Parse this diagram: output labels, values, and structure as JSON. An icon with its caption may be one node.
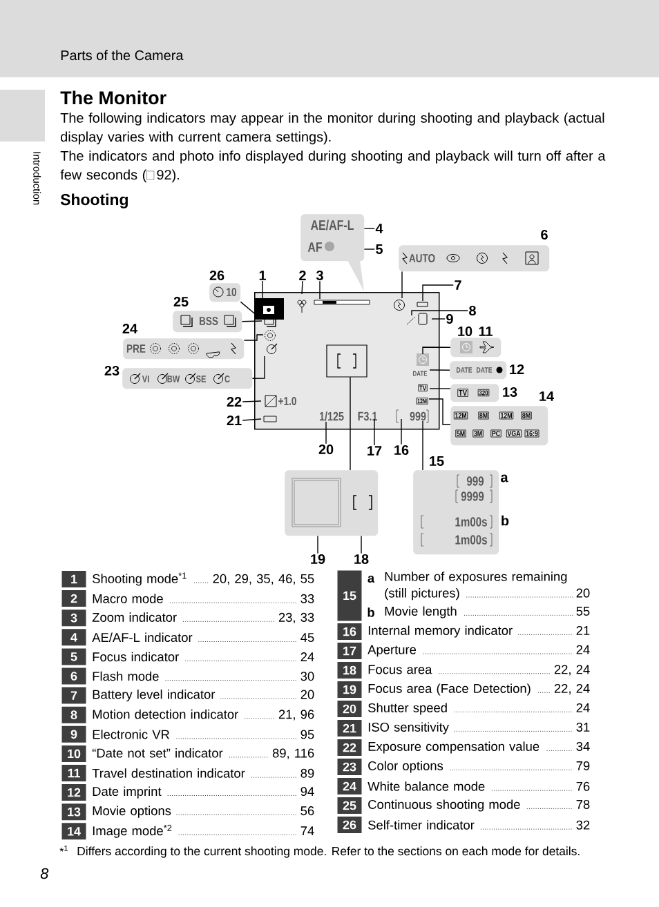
{
  "diagram": {
    "title": "The Monitor",
    "nodes": [
      {
        "text": [
          "DATE",
          "TV",
          "12M",
          "+1.0",
          "1/125",
          "F3.1",
          "999"
        ]
      },
      {
        "text": [
          "1"
        ]
      },
      {
        "text": [
          "2"
        ]
      },
      {
        "text": [
          "3"
        ]
      },
      {
        "text": [
          "AE/AF-L",
          "AF"
        ]
      },
      {
        "text": [
          "4"
        ]
      },
      {
        "text": [
          "5"
        ]
      },
      {
        "text": [
          "AUTO"
        ],
        "beside": [
          "6"
        ]
      },
      {
        "text": [
          "7"
        ]
      },
      {
        "text": [
          "8"
        ]
      },
      {
        "text": [
          "9"
        ]
      },
      {
        "text": [],
        "shape": "box",
        "beside": [
          "10",
          "11"
        ]
      },
      {
        "text": [
          "DATE",
          "DATE"
        ],
        "beside": [
          "12"
        ]
      },
      {
        "text": [
          "TV",
          "320"
        ],
        "beside": [
          "13"
        ]
      },
      {
        "text": [
          "12M",
          "8M",
          "12M",
          "8M",
          "5M",
          "3M",
          "PC",
          "VGA",
          "16:9"
        ],
        "beside": [
          "14"
        ]
      },
      {
        "text": [
          "999",
          "9999",
          "1m00s",
          "1m00s"
        ],
        "beside": [
          "15",
          "a",
          "b"
        ]
      },
      {
        "text": [
          "16"
        ]
      },
      {
        "text": [
          "17"
        ]
      },
      {
        "text": [],
        "shape": "box"
      },
      {
        "text": [
          "18"
        ]
      },
      {
        "text": [
          "19"
        ]
      },
      {
        "text": [
          "20"
        ]
      },
      {
        "text": [
          "21"
        ]
      },
      {
        "text": [
          "22"
        ]
      },
      {
        "text": [
          "VI",
          "BW",
          "SE",
          "C"
        ],
        "beside": [
          "23"
        ]
      },
      {
        "text": [
          "PRE"
        ],
        "beside": [
          "24"
        ]
      },
      {
        "text": [
          "BSS"
        ],
        "beside": [
          "25"
        ]
      },
      {
        "text": [
          "10"
        ],
        "beside": [
          "26"
        ]
      }
    ],
    "edges": [
      {
        "from": 1,
        "to": 0,
        "arrow": "none"
      },
      {
        "from": 2,
        "to": 0,
        "arrow": "none"
      },
      {
        "from": 3,
        "to": 0,
        "arrow": "none"
      },
      {
        "from": 5,
        "to": 4,
        "arrow": "none"
      },
      {
        "from": 6,
        "to": 4,
        "arrow": "none"
      },
      {
        "from": 7,
        "to": 0,
        "arrow": "none"
      },
      {
        "from": 8,
        "to": 0,
        "arrow": "none"
      },
      {
        "from": 9,
        "to": 0,
        "arrow": "none"
      },
      {
        "from": 10,
        "to": 0,
        "arrow": "none"
      },
      {
        "from": 11,
        "to": 0,
        "arrow": "none"
      },
      {
        "from": 12,
        "to": 0,
        "arrow": "none"
      },
      {
        "from": 13,
        "to": 0,
        "arrow": "none"
      },
      {
        "from": 14,
        "to": 0,
        "arrow": "none"
      },
      {
        "from": 15,
        "to": 0,
        "arrow": "none"
      },
      {
        "from": 18,
        "to": 0,
        "arrow": "none"
      },
      {
        "from": 16,
        "to": 0,
        "arrow": "none"
      },
      {
        "from": 17,
        "to": 0,
        "arrow": "none"
      },
      {
        "from": 19,
        "to": 18,
        "arrow": "none"
      },
      {
        "from": 20,
        "to": 18,
        "arrow": "none"
      },
      {
        "from": 21,
        "to": 0,
        "arrow": "none"
      },
      {
        "from": 22,
        "to": 0,
        "arrow": "none"
      },
      {
        "from": 23,
        "to": 0,
        "arrow": "none"
      },
      {
        "from": 24,
        "to": 0,
        "arrow": "none"
      },
      {
        "from": 25,
        "to": 0,
        "arrow": "none"
      },
      {
        "from": 26,
        "to": 0,
        "arrow": "none"
      },
      {
        "from": 27,
        "to": 0,
        "arrow": "none"
      }
    ],
    "labels": [
      "Parts of the Camera",
      "Introduction",
      "The following indicators may appear in the monitor during shooting and playback (actual display varies with current camera settings).",
      "The indicators and photo info displayed during shooting and playback will turn off after a few seconds (",
      "92).",
      "Shooting",
      "1",
      "Shooting mode$^{*1}$",
      "20, 29, 35, 46, 55",
      "2",
      "Macro mode",
      "33",
      "3",
      "Zoom indicator",
      "23, 33",
      "4",
      "AE/AF-L indicator",
      "45",
      "5",
      "Focus indicator",
      "24",
      "6",
      "Flash mode",
      "30",
      "7",
      "Battery level indicator",
      "20",
      "8",
      "Motion detection indicator",
      "21, 96",
      "9",
      "Electronic VR",
      "95",
      "10",
      "“Date not set” indicator",
      "89, 116",
      "11",
      "Travel destination indicator",
      "89",
      "12",
      "Date imprint",
      "94",
      "13",
      "Movie options",
      "56",
      "14",
      "Image mode$^{*2}$",
      "74",
      "15",
      "a",
      "Number of exposures remaining (still pictures)",
      "20",
      "b",
      "Movie length",
      "55",
      "16",
      "Internal memory indicator",
      "21",
      "17",
      "Aperture",
      "24",
      "18",
      "Focus area",
      "22, 24",
      "19",
      "Focus area (Face Detection)",
      "22, 24",
      "20",
      "Shutter speed",
      "24",
      "21",
      "ISO sensitivity",
      "31",
      "22",
      "Exposure compensation value",
      "34",
      "23",
      "Color options",
      "79",
      "24",
      "White balance mode",
      "76",
      "25",
      "Continuous shooting mode",
      "78",
      "26",
      "Self-timer indicator",
      "32",
      "*$^{1}$",
      "Differs according to the current shooting mode. Refer to the sections on each mode for details.",
      "8"
    ]
  }
}
